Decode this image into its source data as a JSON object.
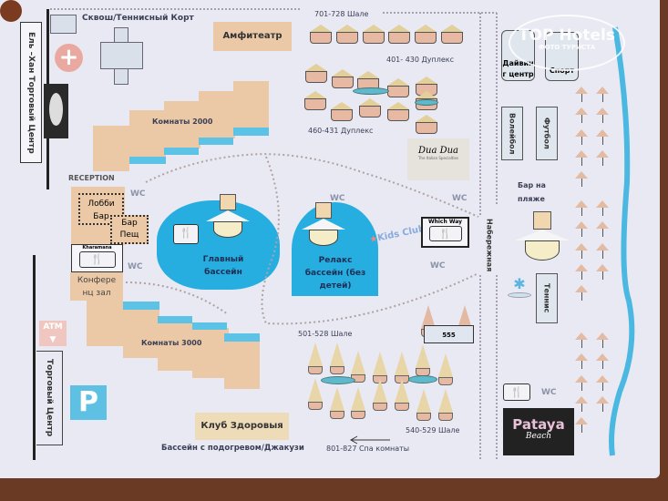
{
  "map": {
    "title_left_mall": "Ель –Хан Торговый Центр",
    "squash": "Сквош/Теннисный Корт",
    "amphitheatre": "Амфитеатр",
    "rooms_2000": "Комнаты 2000",
    "reception": "RECEPTION",
    "lobby_bar": "Лобби Бар",
    "cave_bar": "Бар Пещ",
    "kharamana": "Kharamana",
    "conference": "Конфере нц зал",
    "main_pool": "Главный бассейн",
    "relax_pool": "Релакс бассейн (без детей)",
    "kids_club": "Kids Club",
    "which_way": "Which Way",
    "wc": "WC",
    "rooms_3000": "Комнаты 3000",
    "atm": "ATM",
    "mall": "Торговый Центр",
    "parking": "P",
    "health_club": "Клуб Здоровыя",
    "heated_pool": "Бассейн с подогревом/Джакузи",
    "chalets_701": "701-728 Шале",
    "duplex_401": "401- 430  Дуплекс",
    "duplex_460": "460-431 Дуплекс",
    "dua_dua": "Dua Dua",
    "dua_dua_sub": "The Italian Specialties",
    "promenade": "Набережная",
    "diving": "Дайвинг центр",
    "sport": "Спорт",
    "volleyball": "Волейбол",
    "football": "Футбол",
    "beach_bar": "Бар на пляже",
    "tennis": "Теннис",
    "pataya": "Pataya",
    "pataya_sub": "Beach",
    "chalets_501": "501-528 Шале",
    "spa_building": "555",
    "chalets_540": "540-529 Шале",
    "spa_rooms": "801-827  Спа комнаты",
    "restaurant_icon": "🍴",
    "watermark": "TOP Hotels",
    "watermark_sub": "ФОТО ТУРИСТА"
  },
  "colors": {
    "pool": "#27aee0",
    "building": "#ecc9a6",
    "sea": "#4ab8e0"
  }
}
